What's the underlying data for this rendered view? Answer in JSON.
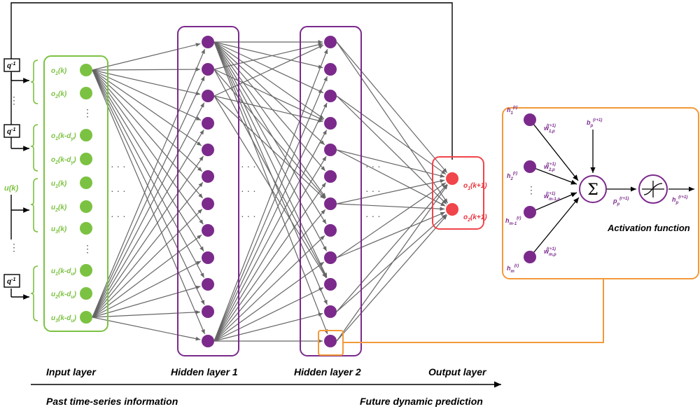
{
  "colors": {
    "input": "#7cc242",
    "hidden": "#7b2a8c",
    "output": "#f0454a",
    "highlight": "#f39a3a",
    "edge": "#666666"
  },
  "captions": {
    "input_layer": "Input layer",
    "hidden_layer_1": "Hidden layer 1",
    "hidden_layer_2": "Hidden layer 2",
    "output_layer": "Output layer",
    "past": "Past time-series information",
    "future": "Future dynamic prediction",
    "activation": "Activation function"
  },
  "delay": {
    "base": "q",
    "exp": "-1"
  },
  "external_input": {
    "base": "u",
    "tail": "(k)"
  },
  "input_nodes": [
    {
      "base": "o",
      "sub": "1",
      "arg": "(k)"
    },
    {
      "base": "o",
      "sub": "2",
      "arg": "(k)"
    },
    {
      "base": "o",
      "sub": "1",
      "arg": "(k-d",
      "arg_sub": "y",
      "arg_end": ")"
    },
    {
      "base": "o",
      "sub": "2",
      "arg": "(k-d",
      "arg_sub": "y",
      "arg_end": ")"
    },
    {
      "base": "u",
      "sub": "1",
      "arg": "(k)"
    },
    {
      "base": "u",
      "sub": "2",
      "arg": "(k)"
    },
    {
      "base": "u",
      "sub": "3",
      "arg": "(k)"
    },
    {
      "base": "u",
      "sub": "1",
      "arg": "(k-d",
      "arg_sub": "u",
      "arg_end": ")"
    },
    {
      "base": "u",
      "sub": "2",
      "arg": "(k-d",
      "arg_sub": "u",
      "arg_end": ")"
    },
    {
      "base": "u",
      "sub": "3",
      "arg": "(k-d",
      "arg_sub": "u",
      "arg_end": ")"
    }
  ],
  "output_nodes": [
    {
      "base": "o",
      "sub": "1",
      "arg": "(k+1)"
    },
    {
      "base": "o",
      "sub": "2",
      "arg": "(k+1)"
    }
  ],
  "neuron": {
    "h_inputs": [
      {
        "base": "h",
        "sub": "1",
        "sup": "(r)"
      },
      {
        "base": "h",
        "sub": "2",
        "sup": "(r)"
      },
      {
        "base": "h",
        "sub": "m-1",
        "sup": "(r)"
      },
      {
        "base": "h",
        "sub": "m",
        "sup": "(r)"
      }
    ],
    "weights": [
      {
        "base": "w",
        "sub": "1,p",
        "sup": "(r+1)"
      },
      {
        "base": "w",
        "sub": "2,p",
        "sup": "(r+1)"
      },
      {
        "base": "w",
        "sub": "m-1,p",
        "sup": "(r+1)"
      },
      {
        "base": "w",
        "sub": "m,p",
        "sup": "(r+1)"
      }
    ],
    "bias": {
      "base": "b",
      "sub": "p",
      "sup": "(r+1)"
    },
    "sum_symbol": "Σ",
    "pre_activation": {
      "base": "p",
      "sub": "p",
      "sup": "(r+1)"
    },
    "output": {
      "base": "h",
      "sub": "p",
      "sup": "(r+1)"
    }
  }
}
